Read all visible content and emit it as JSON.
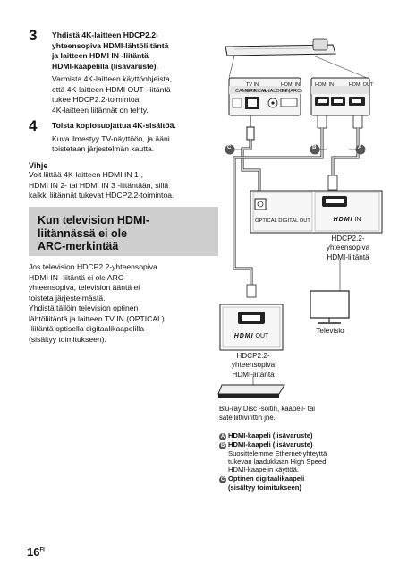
{
  "step3": {
    "number": "3",
    "title_lines": [
      "Yhdistä 4K-laitteen HDCP2.2-",
      "yhteensopiva HDMI-lähtöliitäntä",
      "ja laitteen HDMI IN -liitäntä",
      "HDMI-kaapelilla (lisävaruste)."
    ],
    "body_lines": [
      "Varmista 4K-laitteen käyttöohjeista,",
      "että 4K-laitteen HDMI OUT -liitäntä",
      "tukee HDCP2.2-toimintoa.",
      "4K-laitteen liitännät on tehty."
    ]
  },
  "step4": {
    "number": "4",
    "title": "Toista kopiosuojattua 4K-sisältöä.",
    "body_lines": [
      "Kuva ilmestyy TV-näyttöön, ja ääni",
      "toistetaan järjestelmän kautta."
    ]
  },
  "tip": {
    "title": "Vihje",
    "lines": [
      "Voit liittää 4K-laitteen HDMI IN 1-,",
      "HDMI IN 2- tai HDMI IN 3 -liitäntään, sillä",
      "kaikki liitännät tukevat HDCP2.2-toimintoa."
    ]
  },
  "section": {
    "title_lines": [
      "Kun television HDMI-",
      "liitännässä ei ole",
      "ARC-merkintää"
    ]
  },
  "paragraph": {
    "lines": [
      "Jos television HDCP2.2-yhteensopiva",
      "HDMI IN -liitäntä ei ole ARC-",
      "yhteensopiva, television ääntä ei",
      "toisteta järjestelmästä.",
      "Yhdistä tällöin television optinen",
      "lähtöliitäntä ja laitteen TV IN (OPTICAL)",
      "-liitäntä optisella digitaalikaapelilla",
      "(sisältyy toimitukseen)."
    ]
  },
  "diagram": {
    "optical_label": "OPTICAL DIGITAL OUT",
    "hdmi_in_label": "IN",
    "hdmi_out_label": "OUT",
    "hdcp_right_lines": [
      "HDCP2.2-",
      "yhteensopiva",
      "HDMI-liitäntä"
    ],
    "hdcp_bottom_lines": [
      "HDCP2.2-",
      "yhteensopiva",
      "HDMI-liitäntä"
    ],
    "tv_label": "Televisio",
    "player_lines": [
      "Blu-ray Disc -soitin, kaapeli- tai",
      "satelliittivirittin jne."
    ],
    "connector_letters": [
      "C",
      "B",
      "A"
    ],
    "panel_labels": {
      "tv_in": "TV IN",
      "optical": "OPTICAL",
      "analog_in": "ANALOG IN",
      "hdmi_in": "HDMI IN",
      "tv_arc": "TV (ARC)",
      "left_small": "CAMERA",
      "hdmi_in_right": "HDMI IN",
      "hdmi_out_right": "HDMI OUT"
    }
  },
  "legend": [
    {
      "letter": "A",
      "text": "HDMI-kaapeli (lisävaruste)"
    },
    {
      "letter": "B",
      "text": "HDMI-kaapeli (lisävaruste)"
    },
    {
      "letter": "",
      "text": "Suosittelemme Ethernet-yhteyttä"
    },
    {
      "letter": "",
      "text": "tukevan laadukkaan High Speed"
    },
    {
      "letter": "",
      "text": "HDMI-kaapelin käyttöä."
    },
    {
      "letter": "C",
      "text": "Optinen digitaalikaapeli"
    },
    {
      "letter": "",
      "text": "(sisältyy toimitukseen)"
    }
  ],
  "page": {
    "number": "16",
    "suffix": "FI"
  }
}
